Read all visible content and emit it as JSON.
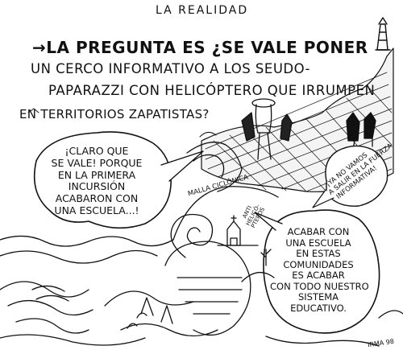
{
  "title": "LA REALIDAD",
  "question": {
    "line1": "→LA PREGUNTA ES ¿SE VALE PONER",
    "line2": "UN CERCO INFORMATIVO A LOS SEUDO-",
    "line3": "PAPARAZZI CON HELICÓPTERO QUE IRRUMPEN",
    "line4": "EN TERRITORIOS ZAPATISTAS?"
  },
  "bubble_left": {
    "lines": [
      "¡CLARO QUE",
      "SE VALE! PORQUE",
      "EN LA PRIMERA",
      "INCURSIÓN",
      "ACABARON CON",
      "UNA ESCUELA...!"
    ]
  },
  "bubble_small": {
    "lines": [
      "¡YA NO VAMOS",
      "A SALIR EN LA FUERZA",
      "INFORMATIVA!"
    ]
  },
  "bubble_right": {
    "lines": [
      "ACABAR CON",
      "UNA ESCUELA",
      "EN ESTAS",
      "COMUNIDADES",
      "ES ACABAR",
      "CON TODO NUESTRO",
      "SISTEMA",
      "EDUCATIVO."
    ]
  },
  "labels": {
    "malla": "MALLA CICLÓNICA",
    "anti": [
      "ANTI",
      "HELICÓ-",
      "PTEROS"
    ]
  },
  "signature": "IRMA 98"
}
